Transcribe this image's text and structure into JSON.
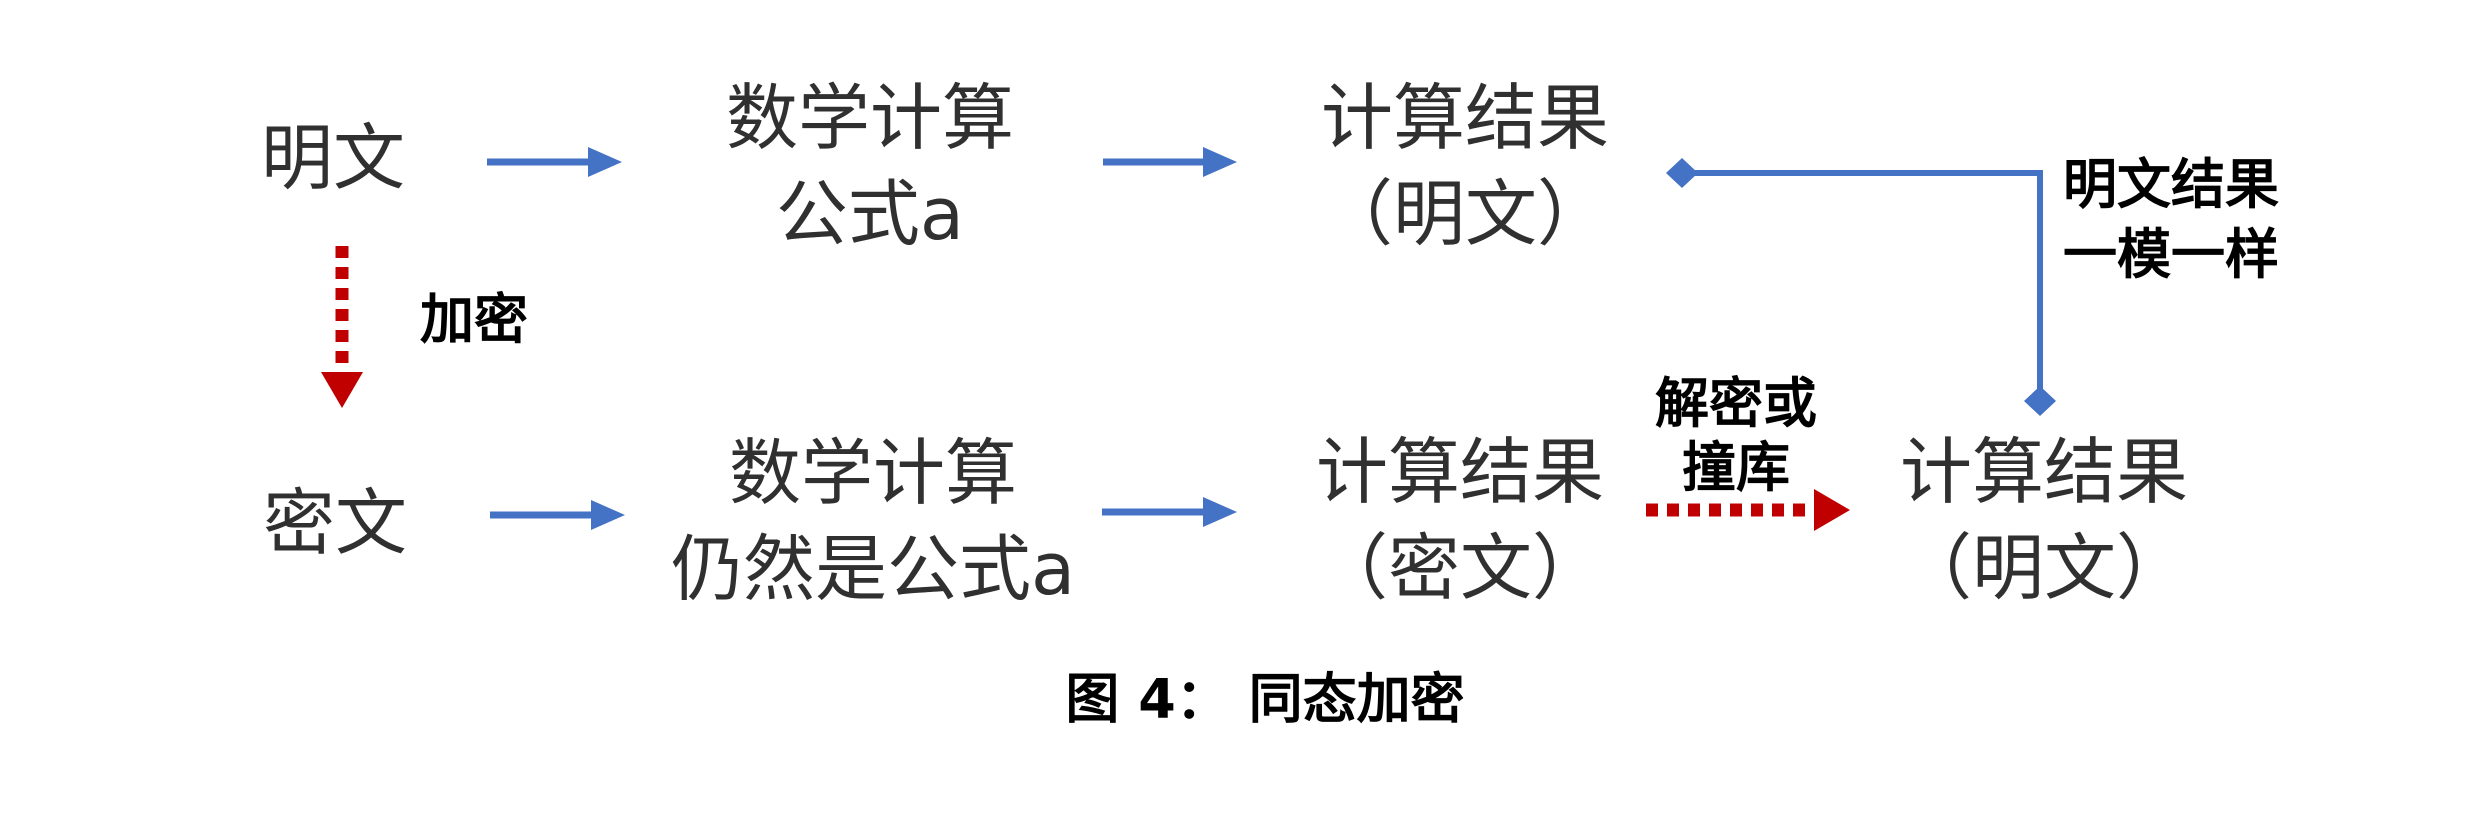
{
  "figure": {
    "caption": "图 4：  同态加密"
  },
  "colors": {
    "arrow_blue": "#4472C4",
    "arrow_red": "#C00000",
    "node_text": "#303030",
    "label_text": "#000000",
    "background": "#FFFFFF"
  },
  "nodes": {
    "plaintext": "明文",
    "ciphertext": "密文",
    "formula_top": {
      "line1": "数学计算",
      "line2": "公式a"
    },
    "result_plain_top": {
      "line1": "计算结果",
      "line2": "（明文）"
    },
    "formula_bottom": {
      "line1": "数学计算",
      "line2": "仍然是公式a"
    },
    "result_cipher": {
      "line1": "计算结果",
      "line2": "（密文）"
    },
    "result_plain_bottom": {
      "line1": "计算结果",
      "line2": "（明文）"
    }
  },
  "labels": {
    "encrypt": "加密",
    "decrypt": {
      "line1": "解密或",
      "line2": "撞库"
    },
    "same_result": {
      "line1": "明文结果",
      "line2": "一模一样"
    }
  }
}
